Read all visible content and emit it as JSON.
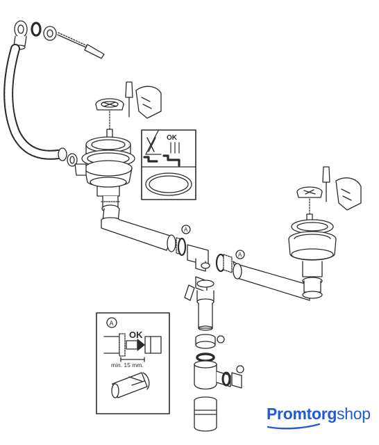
{
  "labels": {
    "ok_top": "OK",
    "ok_inset": "OK",
    "callout": "A",
    "min_dimension": "min. 15 mm."
  },
  "brand": {
    "part1": "Promtorg",
    "part2": "shop",
    "color": "#1f5bd6"
  },
  "colors": {
    "line": "#2a2a2a",
    "fill": "#ffffff",
    "shade": "#d8d8d8"
  }
}
